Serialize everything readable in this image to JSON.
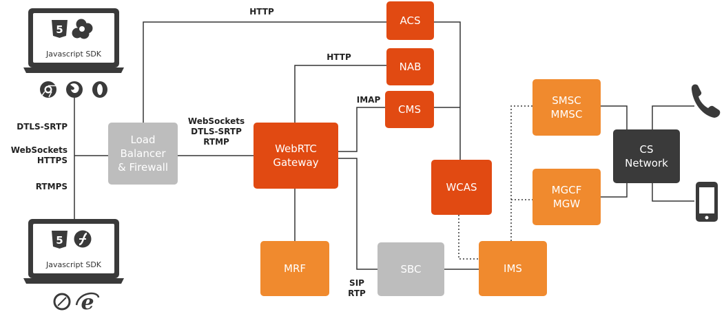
{
  "colors": {
    "dark_orange": "#e14a12",
    "light_orange": "#f08a2e",
    "grey": "#bdbdbd",
    "network": "#3a3a3a",
    "laptop": "#3a3a3a"
  },
  "clients": {
    "top": {
      "sdk_label": "Javascript SDK",
      "logos": [
        "html5-logo",
        "webrtc-logo"
      ],
      "browsers": [
        "chrome-icon",
        "firefox-icon",
        "opera-icon"
      ]
    },
    "bottom": {
      "sdk_label": "Javascript SDK",
      "logos": [
        "html5-logo",
        "flash-logo"
      ],
      "browsers": [
        "safari-icon",
        "internet-explorer-icon"
      ]
    }
  },
  "protocol_labels": {
    "left_1": "DTLS-SRTP",
    "left_2": "WebSockets\nHTTPS",
    "left_3": "RTMPS",
    "gateway_in": "WebSockets\nDTLS-SRTP\nRTMP",
    "acs_http": "HTTP",
    "nab_http": "HTTP",
    "cms_imap": "IMAP",
    "sbc_sip_rtp": "SIP\nRTP"
  },
  "nodes": {
    "load_balancer": "Load\nBalancer\n& Firewall",
    "gateway": "WebRTC\nGateway",
    "acs": "ACS",
    "nab": "NAB",
    "cms": "CMS",
    "wcas": "WCAS",
    "mrf": "MRF",
    "sbc": "SBC",
    "ims": "IMS",
    "smsc": "SMSC\nMMSC",
    "mgcf": "MGCF\nMGW",
    "cs_network": "CS\nNetwork"
  },
  "endpoints": [
    "phone-handset-icon",
    "mobile-phone-icon"
  ]
}
